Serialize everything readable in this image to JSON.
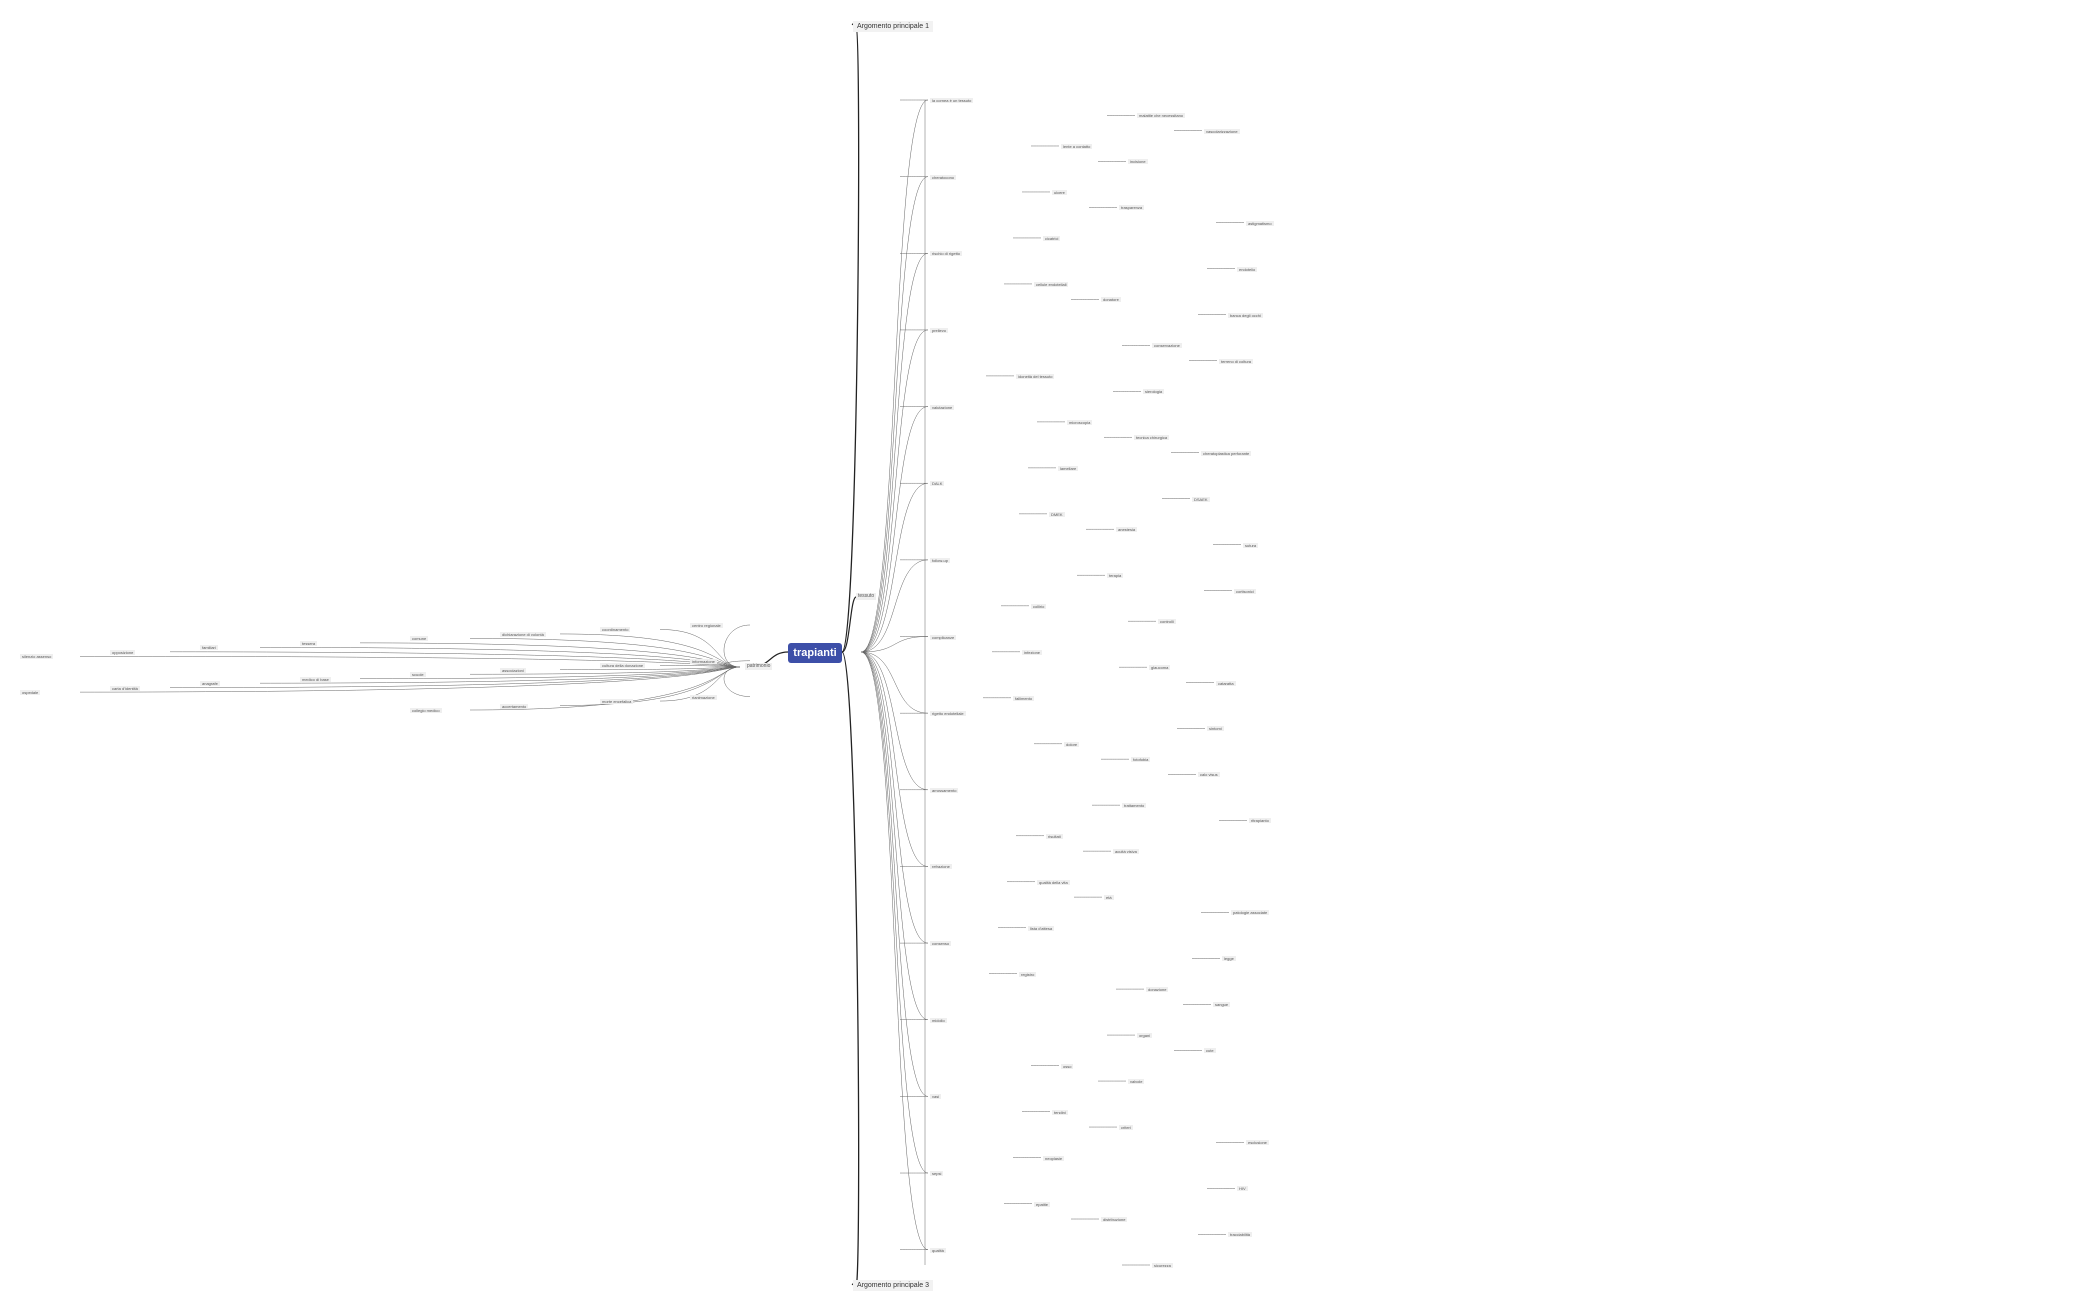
{
  "root": "trapianti",
  "branches": {
    "top": "Argomento principale 1",
    "mid": "tessuto",
    "left": "patrimonio",
    "bottom": "Argomento principale 3"
  },
  "right_nodes": [
    "la cornea è un tessuto",
    "malattie che necessitano",
    "vascolarizzazione",
    "lente a contatto",
    "incisione",
    "cheratocono",
    "ulcere",
    "trasparenza",
    "astigmatismo",
    "cicatrici",
    "rischio di rigetto",
    "endotelio",
    "cellule endoteliali",
    "donatore",
    "banca degli occhi",
    "prelievo",
    "conservazione",
    "terreno di coltura",
    "idoneità del tessuto",
    "sierologia",
    "valutazione",
    "microscopia",
    "tecnica chirurgica",
    "cheratoplastica perforante",
    "lamellare",
    "DALK",
    "DSAEK",
    "DMEK",
    "anestesia",
    "sutura",
    "follow-up",
    "terapia",
    "cortisonici",
    "collirio",
    "controlli",
    "complicanze",
    "infezione",
    "glaucoma",
    "cataratta",
    "fallimento",
    "rigetto endoteliale",
    "sintomi",
    "dolore",
    "fotofobia",
    "calo visus",
    "arrossamento",
    "trattamento",
    "ritrapianto",
    "risultati",
    "acuità visiva",
    "refrazione",
    "qualità della vita",
    "età",
    "patologie associate",
    "lista d'attesa",
    "consenso",
    "legge",
    "registro",
    "donazione",
    "sangue",
    "midollo",
    "organi",
    "cute",
    "osso",
    "valvole",
    "vasi",
    "tendini",
    "criteri",
    "esclusione",
    "neoplasie",
    "sepsi",
    "HIV",
    "epatite",
    "distribuzione",
    "tracciabilità",
    "qualità",
    "sicurezza"
  ],
  "left_nodes": [
    "centro regionale",
    "coordinamento",
    "dichiarazione di volontà",
    "comune",
    "tessera",
    "familiari",
    "opposizione",
    "silenzio assenso",
    "informazione",
    "cultura della donazione",
    "associazioni",
    "scuole",
    "medico di base",
    "anagrafe",
    "carta d'identità",
    "ospedale",
    "rianimazione",
    "morte encefalica",
    "accertamento",
    "collegio medico"
  ]
}
